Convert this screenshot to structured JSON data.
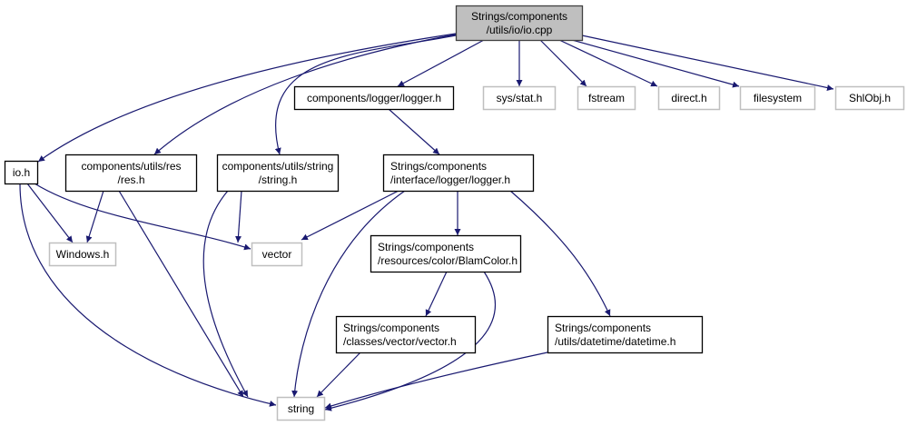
{
  "diagram": {
    "type": "include-dependency-graph",
    "colors": {
      "edge": "#191970",
      "root_fill": "#bfbfbf",
      "root_border": "#404040",
      "internal_border": "#000000",
      "external_border": "#bfbfbf",
      "node_fill": "#ffffff"
    },
    "nodes": [
      {
        "id": "root",
        "kind": "root",
        "lines": [
          "Strings/components",
          "/utils/io/io.cpp"
        ]
      },
      {
        "id": "logger_h",
        "kind": "internal",
        "lines": [
          "components/logger/logger.h"
        ]
      },
      {
        "id": "sys_stat_h",
        "kind": "external",
        "lines": [
          "sys/stat.h"
        ]
      },
      {
        "id": "fstream",
        "kind": "external",
        "lines": [
          "fstream"
        ]
      },
      {
        "id": "direct_h",
        "kind": "external",
        "lines": [
          "direct.h"
        ]
      },
      {
        "id": "filesystem",
        "kind": "external",
        "lines": [
          "filesystem"
        ]
      },
      {
        "id": "shlobj_h",
        "kind": "external",
        "lines": [
          "ShlObj.h"
        ]
      },
      {
        "id": "io_h",
        "kind": "internal",
        "lines": [
          "io.h"
        ]
      },
      {
        "id": "res_h",
        "kind": "internal",
        "lines": [
          "components/utils/res",
          "/res.h"
        ]
      },
      {
        "id": "string_h",
        "kind": "internal",
        "lines": [
          "components/utils/string",
          "/string.h"
        ]
      },
      {
        "id": "iface_logger_h",
        "kind": "internal",
        "lines": [
          "Strings/components",
          "/interface/logger/logger.h"
        ]
      },
      {
        "id": "windows_h",
        "kind": "external",
        "lines": [
          "Windows.h"
        ]
      },
      {
        "id": "vector",
        "kind": "external",
        "lines": [
          "vector"
        ]
      },
      {
        "id": "blamcolor_h",
        "kind": "internal",
        "lines": [
          "Strings/components",
          "/resources/color/BlamColor.h"
        ]
      },
      {
        "id": "vector_h",
        "kind": "internal",
        "lines": [
          "Strings/components",
          "/classes/vector/vector.h"
        ]
      },
      {
        "id": "datetime_h",
        "kind": "internal",
        "lines": [
          "Strings/components",
          "/utils/datetime/datetime.h"
        ]
      },
      {
        "id": "string",
        "kind": "external",
        "lines": [
          "string"
        ]
      }
    ],
    "edges": [
      {
        "from": "root",
        "to": "logger_h"
      },
      {
        "from": "root",
        "to": "sys_stat_h"
      },
      {
        "from": "root",
        "to": "fstream"
      },
      {
        "from": "root",
        "to": "direct_h"
      },
      {
        "from": "root",
        "to": "filesystem"
      },
      {
        "from": "root",
        "to": "shlobj_h"
      },
      {
        "from": "root",
        "to": "io_h"
      },
      {
        "from": "root",
        "to": "res_h"
      },
      {
        "from": "root",
        "to": "string_h"
      },
      {
        "from": "logger_h",
        "to": "iface_logger_h"
      },
      {
        "from": "io_h",
        "to": "windows_h"
      },
      {
        "from": "io_h",
        "to": "vector"
      },
      {
        "from": "io_h",
        "to": "string"
      },
      {
        "from": "res_h",
        "to": "windows_h"
      },
      {
        "from": "res_h",
        "to": "string"
      },
      {
        "from": "string_h",
        "to": "vector"
      },
      {
        "from": "string_h",
        "to": "string"
      },
      {
        "from": "iface_logger_h",
        "to": "vector"
      },
      {
        "from": "iface_logger_h",
        "to": "string"
      },
      {
        "from": "iface_logger_h",
        "to": "blamcolor_h"
      },
      {
        "from": "iface_logger_h",
        "to": "datetime_h"
      },
      {
        "from": "blamcolor_h",
        "to": "vector_h"
      },
      {
        "from": "blamcolor_h",
        "to": "string"
      },
      {
        "from": "vector_h",
        "to": "string"
      },
      {
        "from": "datetime_h",
        "to": "string"
      }
    ]
  }
}
